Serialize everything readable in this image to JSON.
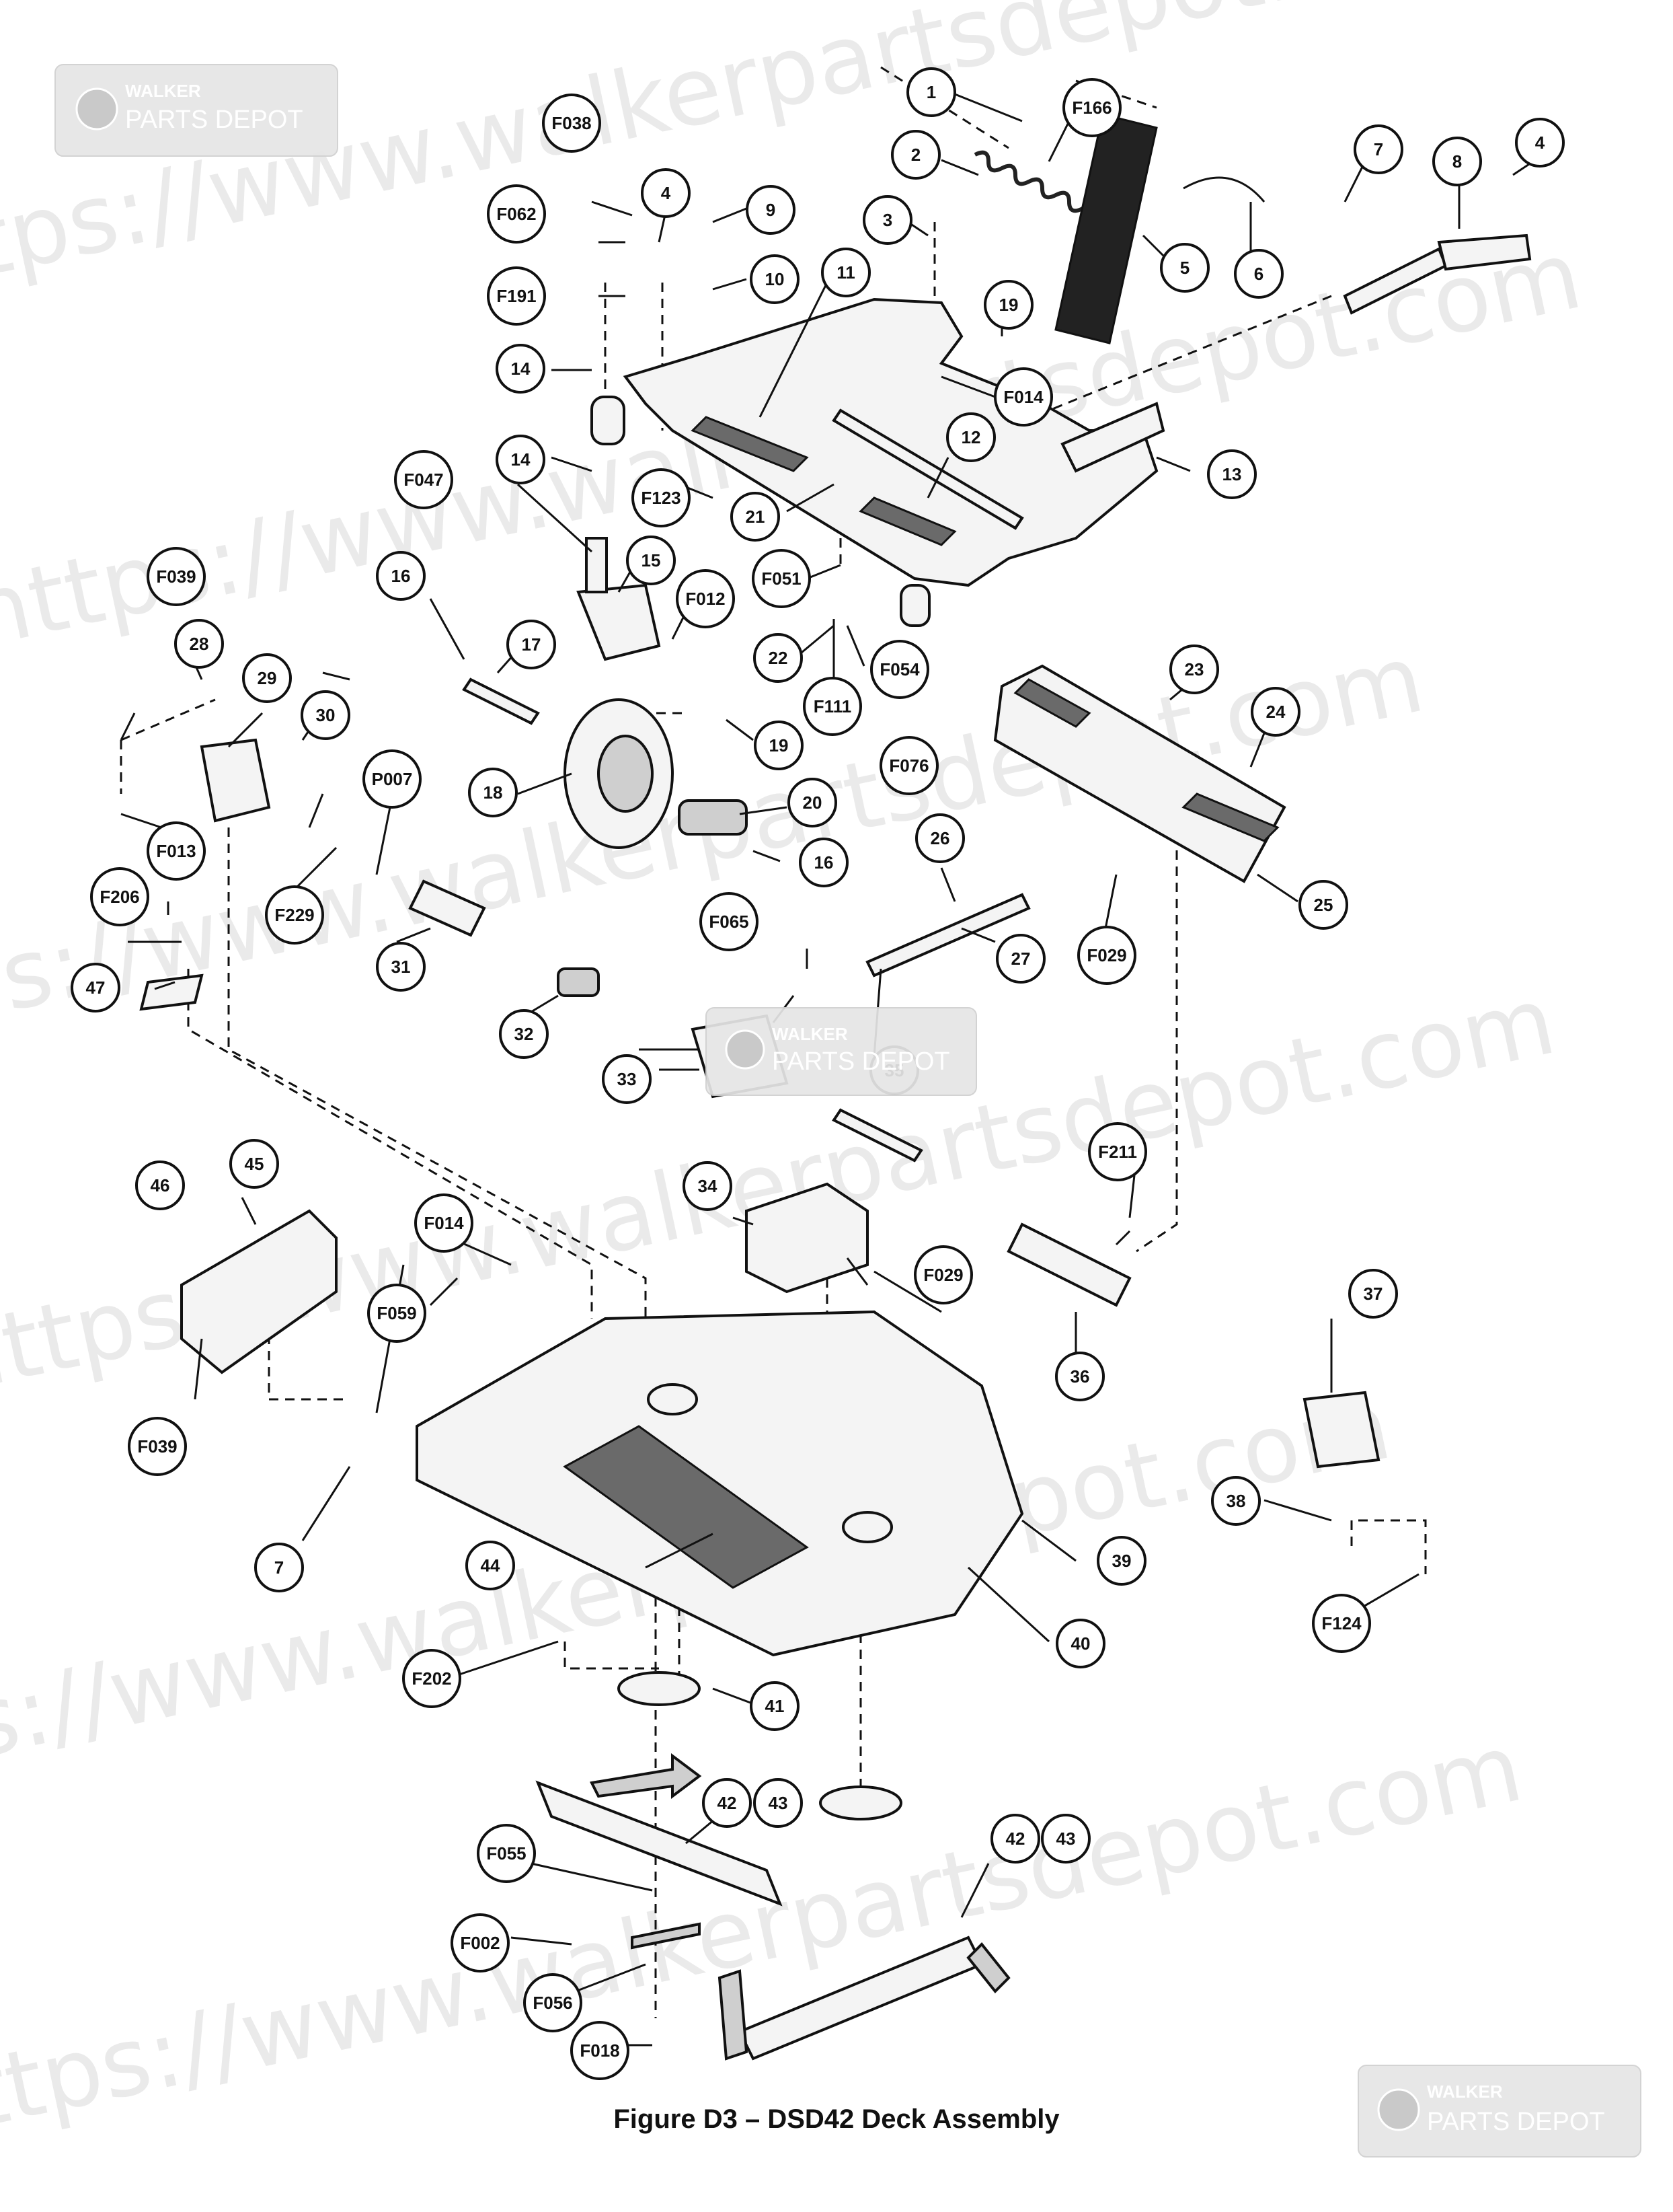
{
  "figure": {
    "caption": "Figure D3 – DSD42 Deck Assembly"
  },
  "watermark": {
    "text": "https://www.walkerpartsdepot.com",
    "badge_line1": "WALKER",
    "badge_line2": "PARTS DEPOT"
  },
  "callouts": [
    {
      "id": "c1",
      "label": "1"
    },
    {
      "id": "c2",
      "label": "2"
    },
    {
      "id": "c3",
      "label": "3"
    },
    {
      "id": "c4a",
      "label": "4"
    },
    {
      "id": "c4b",
      "label": "4"
    },
    {
      "id": "c5",
      "label": "5"
    },
    {
      "id": "c6",
      "label": "6"
    },
    {
      "id": "c7a",
      "label": "7"
    },
    {
      "id": "c7b",
      "label": "7"
    },
    {
      "id": "c8",
      "label": "8"
    },
    {
      "id": "c9",
      "label": "9"
    },
    {
      "id": "c10",
      "label": "10"
    },
    {
      "id": "c11",
      "label": "11"
    },
    {
      "id": "c12",
      "label": "12"
    },
    {
      "id": "c13",
      "label": "13"
    },
    {
      "id": "c14a",
      "label": "14"
    },
    {
      "id": "c14b",
      "label": "14"
    },
    {
      "id": "c15",
      "label": "15"
    },
    {
      "id": "c16a",
      "label": "16"
    },
    {
      "id": "c16b",
      "label": "16"
    },
    {
      "id": "c17",
      "label": "17"
    },
    {
      "id": "c18",
      "label": "18"
    },
    {
      "id": "c19a",
      "label": "19"
    },
    {
      "id": "c19b",
      "label": "19"
    },
    {
      "id": "c20",
      "label": "20"
    },
    {
      "id": "c21",
      "label": "21"
    },
    {
      "id": "c22",
      "label": "22"
    },
    {
      "id": "c23",
      "label": "23"
    },
    {
      "id": "c24",
      "label": "24"
    },
    {
      "id": "c25",
      "label": "25"
    },
    {
      "id": "c26",
      "label": "26"
    },
    {
      "id": "c27",
      "label": "27"
    },
    {
      "id": "c28",
      "label": "28"
    },
    {
      "id": "c29",
      "label": "29"
    },
    {
      "id": "c30",
      "label": "30"
    },
    {
      "id": "c31",
      "label": "31"
    },
    {
      "id": "c32",
      "label": "32"
    },
    {
      "id": "c33",
      "label": "33"
    },
    {
      "id": "c34",
      "label": "34"
    },
    {
      "id": "c35",
      "label": "35"
    },
    {
      "id": "c36",
      "label": "36"
    },
    {
      "id": "c37",
      "label": "37"
    },
    {
      "id": "c38",
      "label": "38"
    },
    {
      "id": "c39",
      "label": "39"
    },
    {
      "id": "c40",
      "label": "40"
    },
    {
      "id": "c41",
      "label": "41"
    },
    {
      "id": "c42a",
      "label": "42"
    },
    {
      "id": "c43a",
      "label": "43"
    },
    {
      "id": "c42b",
      "label": "42"
    },
    {
      "id": "c43b",
      "label": "43"
    },
    {
      "id": "c44",
      "label": "44"
    },
    {
      "id": "c45",
      "label": "45"
    },
    {
      "id": "c46",
      "label": "46"
    },
    {
      "id": "c47",
      "label": "47"
    },
    {
      "id": "cF038",
      "label": "F038"
    },
    {
      "id": "cF062",
      "label": "F062"
    },
    {
      "id": "cF191",
      "label": "F191"
    },
    {
      "id": "cF166",
      "label": "F166"
    },
    {
      "id": "cF014a",
      "label": "F014"
    },
    {
      "id": "cF014b",
      "label": "F014"
    },
    {
      "id": "cF123",
      "label": "F123"
    },
    {
      "id": "cF047",
      "label": "F047"
    },
    {
      "id": "cF012",
      "label": "F012"
    },
    {
      "id": "cF051",
      "label": "F051"
    },
    {
      "id": "cF054",
      "label": "F054"
    },
    {
      "id": "cF111",
      "label": "F111"
    },
    {
      "id": "cF039a",
      "label": "F039"
    },
    {
      "id": "cF039b",
      "label": "F039"
    },
    {
      "id": "cF013",
      "label": "F013"
    },
    {
      "id": "cP007",
      "label": "P007"
    },
    {
      "id": "cF229",
      "label": "F229"
    },
    {
      "id": "cF076",
      "label": "F076"
    },
    {
      "id": "cF206",
      "label": "F206"
    },
    {
      "id": "cF065",
      "label": "F065"
    },
    {
      "id": "cF029a",
      "label": "F029"
    },
    {
      "id": "cF029b",
      "label": "F029"
    },
    {
      "id": "cF211",
      "label": "F211"
    },
    {
      "id": "cF059",
      "label": "F059"
    },
    {
      "id": "cF124",
      "label": "F124"
    },
    {
      "id": "cF202",
      "label": "F202"
    },
    {
      "id": "cF055",
      "label": "F055"
    },
    {
      "id": "cF002",
      "label": "F002"
    },
    {
      "id": "cF056",
      "label": "F056"
    },
    {
      "id": "cF018",
      "label": "F018"
    }
  ]
}
